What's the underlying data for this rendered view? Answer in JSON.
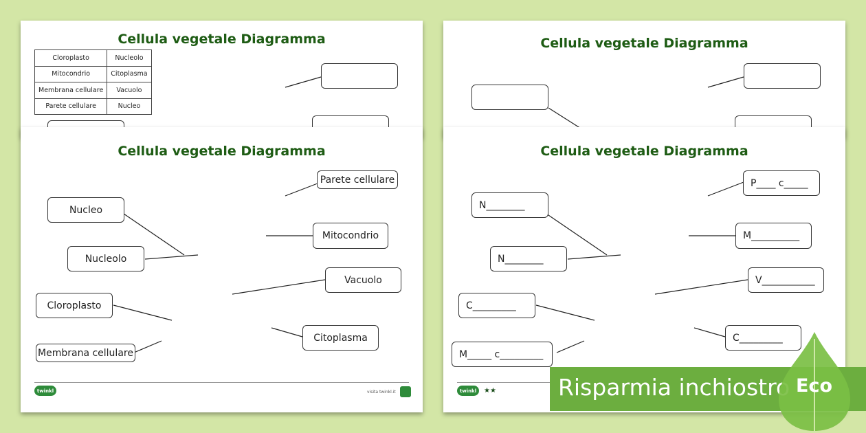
{
  "title": "Cellula vegetale Diagramma",
  "word_bank": [
    [
      "Cloroplasto",
      "Nucleolo"
    ],
    [
      "Mitocondrio",
      "Citoplasma"
    ],
    [
      "Membrana cellulare",
      "Vacuolo"
    ],
    [
      "Parete cellulare",
      "Nucleo"
    ]
  ],
  "labels_full": {
    "parete": "Parete cellulare",
    "nucleo": "Nucleo",
    "mitocondrio": "Mitocondrio",
    "nucleolo": "Nucleolo",
    "vacuolo": "Vacuolo",
    "cloroplasto": "Cloroplasto",
    "citoplasma": "Citoplasma",
    "membrana": "Membrana cellulare"
  },
  "labels_hint": {
    "parete": "P____ c_____",
    "nucleo": "N________",
    "mitocondrio": "M__________",
    "nucleolo": "N________",
    "vacuolo": "V___________",
    "cloroplasto": "C_________",
    "citoplasma": "C_________",
    "membrana": "M_____ c_________"
  },
  "footer": {
    "logo": "twinkl",
    "visit": "visita twinkl.it",
    "stars": "★★"
  },
  "eco": {
    "banner": "Risparmia inchiostro",
    "badge": "Eco"
  },
  "colors": {
    "title": "#1e5c14",
    "cell_wall": "#a6d36b",
    "cytoplasm": "#d7ebb4",
    "vacuole": "#fdfbd5",
    "nucleus": "#f3a6ac",
    "chloroplast": "#3d8a3d",
    "mitochondrion": "#c8332d",
    "background": "#d3e6a6",
    "eco": "#6cae3f"
  }
}
